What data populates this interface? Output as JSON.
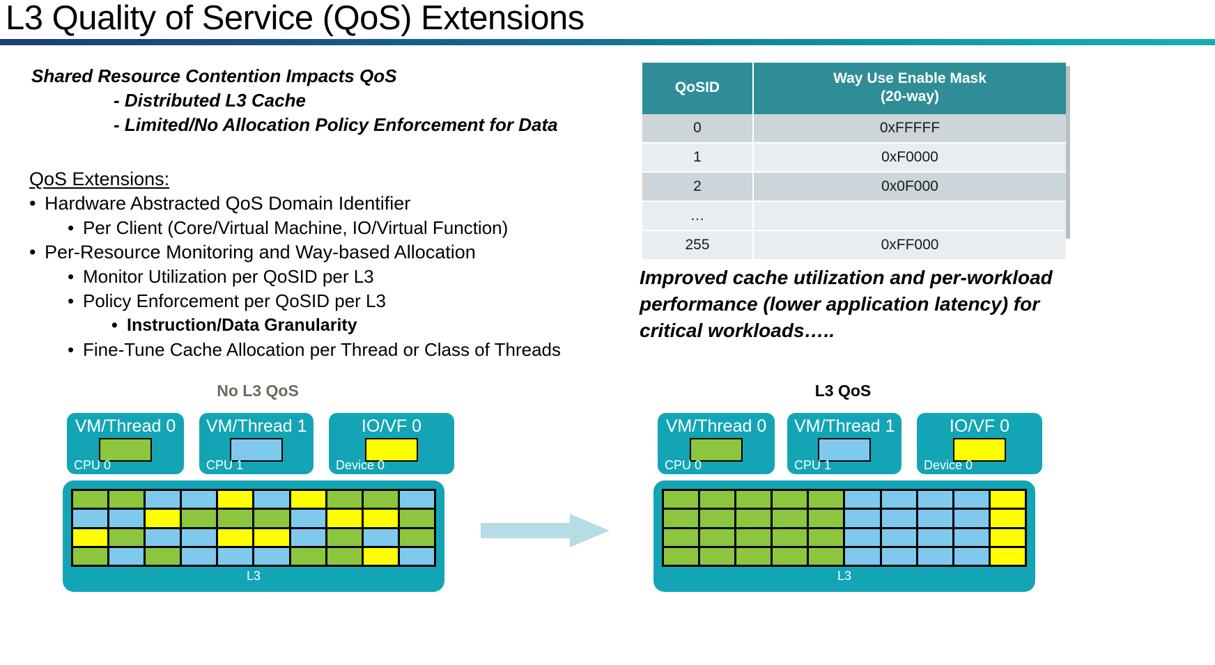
{
  "slide": {
    "title": "L3 Quality of Service (QoS) Extensions"
  },
  "lead": {
    "line1": "Shared Resource Contention Impacts QoS",
    "line2": "- Distributed L3 Cache",
    "line3": "- Limited/No Allocation Policy Enforcement for Data"
  },
  "qos_section": {
    "heading": "QoS Extensions:",
    "bullets": [
      {
        "level": 1,
        "marker": "•",
        "text": "Hardware Abstracted QoS Domain Identifier"
      },
      {
        "level": 2,
        "marker": "•",
        "text": "Per Client (Core/Virtual Machine, IO/Virtual Function)"
      },
      {
        "level": 1,
        "marker": "•",
        "text": "Per-Resource Monitoring and Way-based Allocation"
      },
      {
        "level": 2,
        "marker": "•",
        "text": "Monitor Utilization per QoSID per L3"
      },
      {
        "level": 2,
        "marker": "•",
        "text": "Policy Enforcement per QoSID per L3"
      },
      {
        "level": 3,
        "marker": "•",
        "text": "Instruction/Data Granularity"
      },
      {
        "level": 2,
        "marker": "•",
        "text": "Fine-Tune Cache Allocation per Thread or Class of Threads"
      }
    ]
  },
  "table": {
    "headers": {
      "col1": "QoSID",
      "col2_line1": "Way Use Enable Mask",
      "col2_line2": "(20-way)"
    },
    "rows": [
      {
        "qosid": "0",
        "mask": "0xFFFFF"
      },
      {
        "qosid": "1",
        "mask": "0xF0000"
      },
      {
        "qosid": "2",
        "mask": "0x0F000"
      },
      {
        "qosid": "…",
        "mask": ""
      },
      {
        "qosid": "255",
        "mask": "0xFF000"
      }
    ]
  },
  "improved_note": "Improved cache utilization and per-workload performance (lower application latency) for critical workloads…..",
  "diagrams": {
    "left": {
      "title": "No L3 QoS",
      "clients": [
        {
          "name": "VM/Thread 0",
          "device": "CPU 0",
          "chip_color": "#8CC63F"
        },
        {
          "name": "VM/Thread 1",
          "device": "CPU 1",
          "chip_color": "#7FC9EC"
        },
        {
          "name": "IO/VF 0",
          "device": "Device 0",
          "chip_color": "#FFFF00"
        }
      ],
      "cache_label": "L3",
      "grid": [
        [
          "#8CC63F",
          "#8CC63F",
          "#7FC9EC",
          "#7FC9EC",
          "#FFFF00",
          "#7FC9EC",
          "#FFFF00",
          "#8CC63F",
          "#8CC63F",
          "#7FC9EC"
        ],
        [
          "#7FC9EC",
          "#7FC9EC",
          "#FFFF00",
          "#8CC63F",
          "#8CC63F",
          "#8CC63F",
          "#7FC9EC",
          "#FFFF00",
          "#FFFF00",
          "#8CC63F"
        ],
        [
          "#FFFF00",
          "#8CC63F",
          "#7FC9EC",
          "#7FC9EC",
          "#FFFF00",
          "#FFFF00",
          "#7FC9EC",
          "#8CC63F",
          "#7FC9EC",
          "#8CC63F"
        ],
        [
          "#8CC63F",
          "#7FC9EC",
          "#8CC63F",
          "#7FC9EC",
          "#7FC9EC",
          "#7FC9EC",
          "#8CC63F",
          "#8CC63F",
          "#FFFF00",
          "#7FC9EC"
        ]
      ]
    },
    "right": {
      "title": "L3 QoS",
      "clients": [
        {
          "name": "VM/Thread 0",
          "device": "CPU 0",
          "chip_color": "#8CC63F"
        },
        {
          "name": "VM/Thread 1",
          "device": "CPU 1",
          "chip_color": "#7FC9EC"
        },
        {
          "name": "IO/VF 0",
          "device": "Device 0",
          "chip_color": "#FFFF00"
        }
      ],
      "cache_label": "L3",
      "grid": [
        [
          "#8CC63F",
          "#8CC63F",
          "#8CC63F",
          "#8CC63F",
          "#8CC63F",
          "#7FC9EC",
          "#7FC9EC",
          "#7FC9EC",
          "#7FC9EC",
          "#FFFF00"
        ],
        [
          "#8CC63F",
          "#8CC63F",
          "#8CC63F",
          "#8CC63F",
          "#8CC63F",
          "#7FC9EC",
          "#7FC9EC",
          "#7FC9EC",
          "#7FC9EC",
          "#FFFF00"
        ],
        [
          "#8CC63F",
          "#8CC63F",
          "#8CC63F",
          "#8CC63F",
          "#8CC63F",
          "#7FC9EC",
          "#7FC9EC",
          "#7FC9EC",
          "#7FC9EC",
          "#FFFF00"
        ],
        [
          "#8CC63F",
          "#8CC63F",
          "#8CC63F",
          "#8CC63F",
          "#8CC63F",
          "#7FC9EC",
          "#7FC9EC",
          "#7FC9EC",
          "#7FC9EC",
          "#FFFF00"
        ]
      ]
    },
    "arrow_color": "#B6DCE5"
  },
  "colors": {
    "teal": "#13a5b5",
    "table_header": "#2e8d96",
    "row_dark": "#ccd5d9",
    "row_light": "#e9edef",
    "green": "#8CC63F",
    "blue": "#7FC9EC",
    "yellow": "#FFFF00"
  }
}
